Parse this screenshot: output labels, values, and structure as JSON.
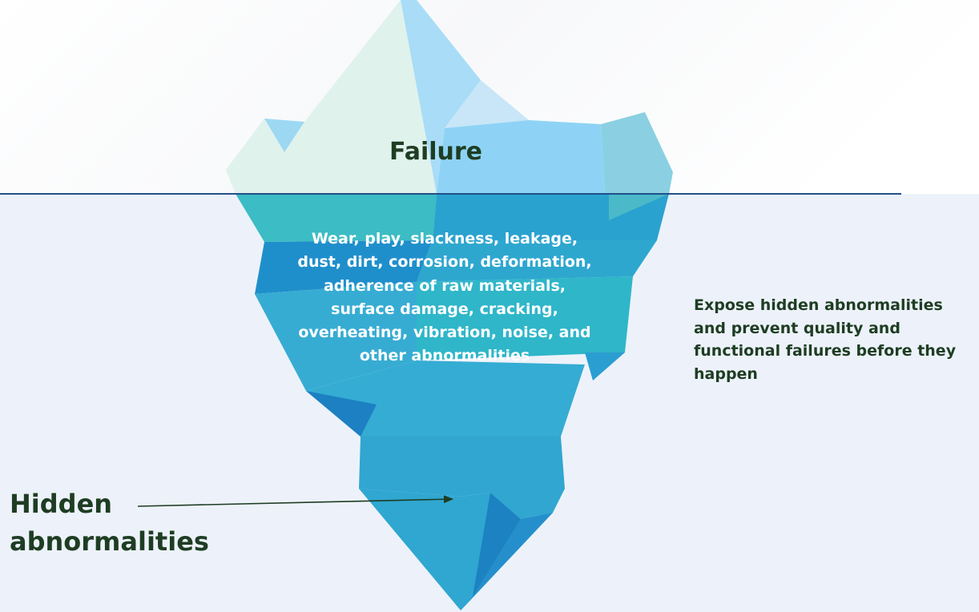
{
  "diagram": {
    "above_water_label": "Failure",
    "underwater_text": "Wear, play, slackness, leakage, dust, dirt, corrosion, deformation, adherence of raw materials, surface damage, cracking, overheating, vibration, noise, and other abnormalities",
    "side_note": "Expose hidden abnormalities and prevent quality and functional failures before they happen",
    "pointer_label": "Hidden abnormalities"
  },
  "colors": {
    "water": "#edf2fa",
    "waterline": "#22508a",
    "text_dark": "#1e3d23",
    "ice_light": "#dff2ec",
    "ice_sky": "#8ed3f5",
    "ice_teal": "#3cbcc4",
    "ice_blue": "#31a6d0",
    "ice_deep": "#1c8cc8",
    "arrow": "#1e3d23"
  }
}
